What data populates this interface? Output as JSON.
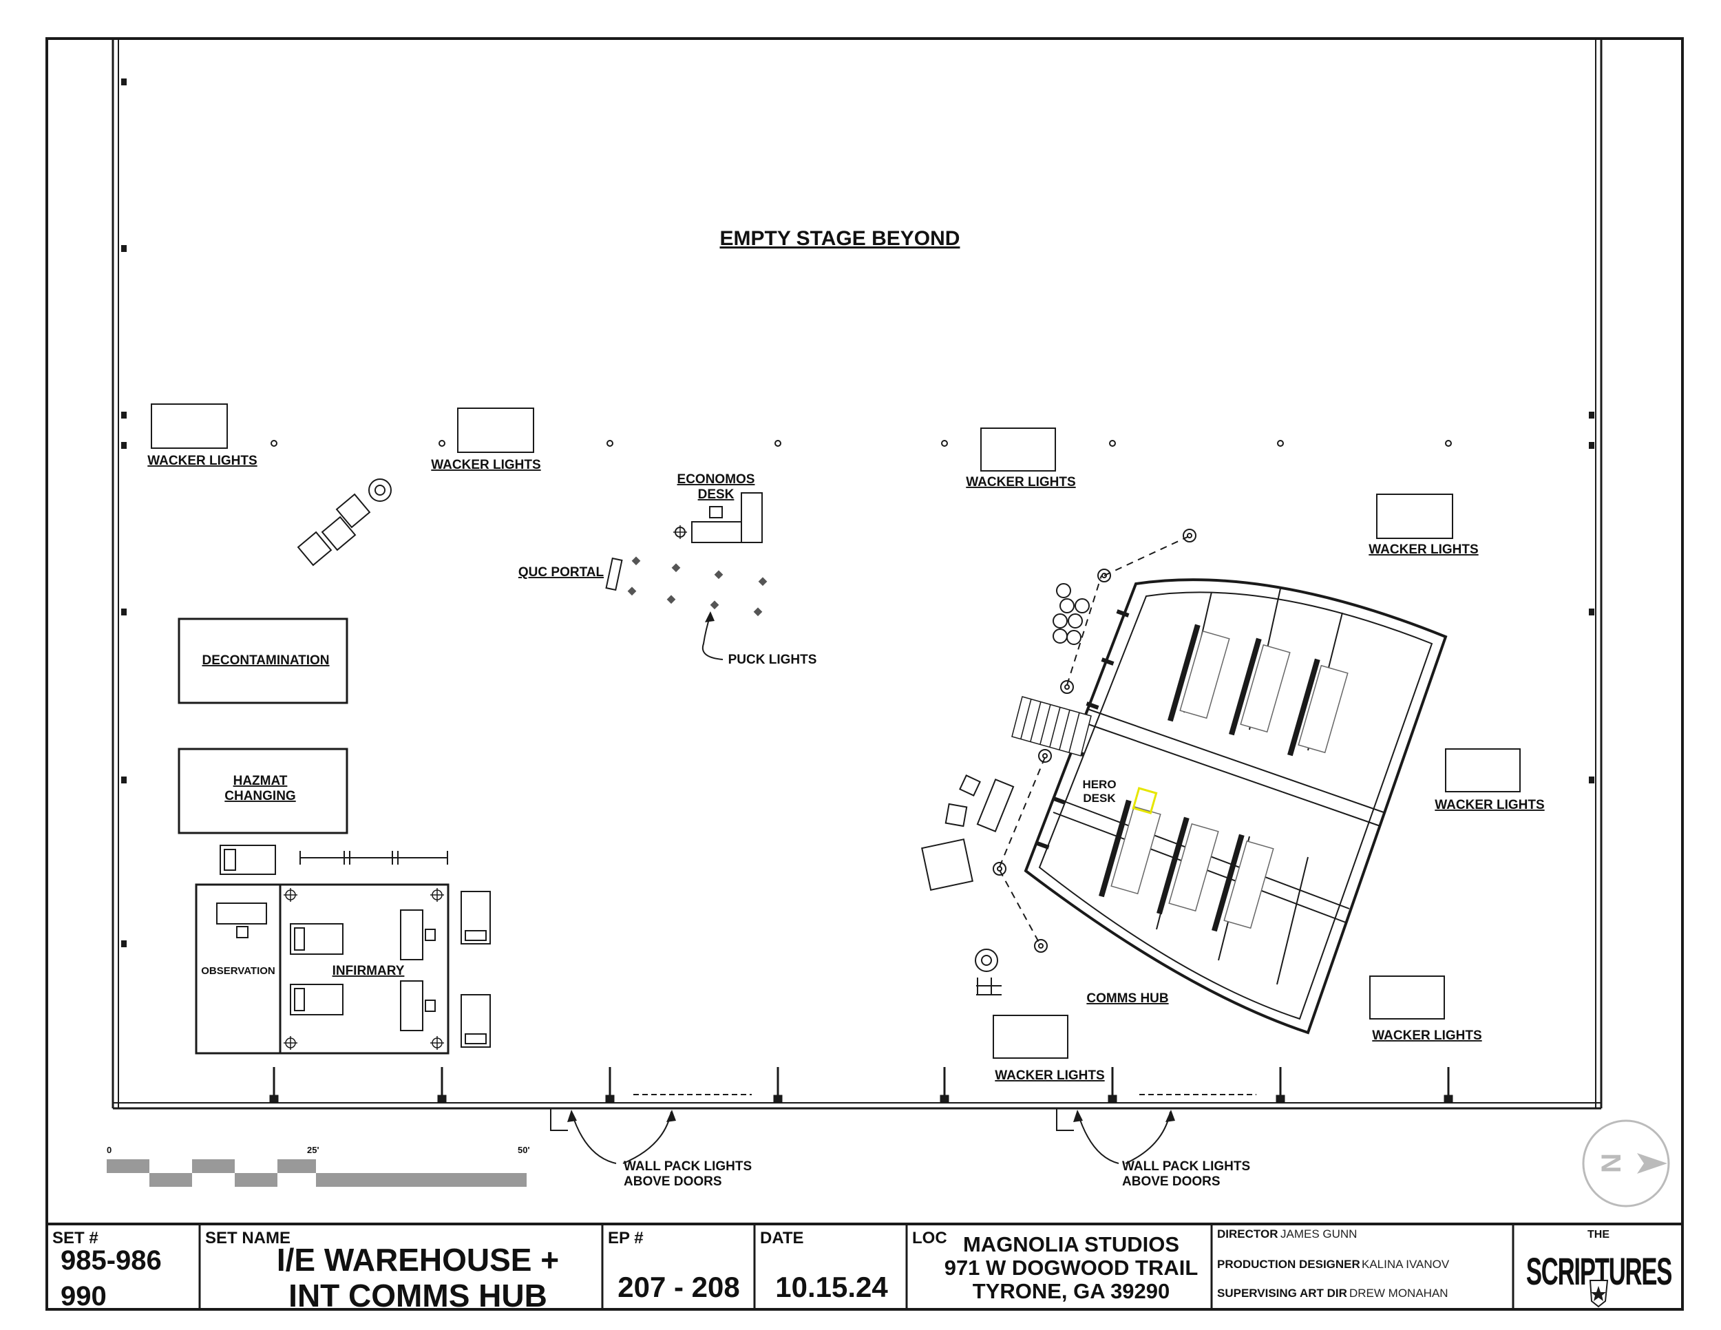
{
  "stage": {
    "title": "EMPTY STAGE BEYOND"
  },
  "labels": {
    "wacker_lights": "WACKER LIGHTS",
    "economos_desk_line1": "ECONOMOS",
    "economos_desk_line2": "DESK",
    "quc_portal": "QUC PORTAL",
    "puck_lights": "PUCK LIGHTS",
    "decontamination": "DECONTAMINATION",
    "hazmat_line1": "HAZMAT",
    "hazmat_line2": "CHANGING",
    "observation": "OBSERVATION",
    "infirmary": "INFIRMARY",
    "hero_desk_line1": "HERO",
    "hero_desk_line2": "DESK",
    "comms_hub": "COMMS HUB",
    "wall_pack_line1": "WALL PACK LIGHTS",
    "wall_pack_line2": "ABOVE DOORS"
  },
  "scale_bar": {
    "mark_0": "0",
    "mark_25": "25'",
    "mark_50": "50'"
  },
  "compass": {
    "letter": "N"
  },
  "title_block": {
    "set_label": "SET #",
    "set_line1": "985-986",
    "set_line2": "990",
    "set_name_label": "SET NAME",
    "set_name_line1": "I/E WAREHOUSE +",
    "set_name_line2": "INT COMMS HUB",
    "ep_label": "EP #",
    "ep_value": "207 - 208",
    "date_label": "DATE",
    "date_value": "10.15.24",
    "loc_label": "LOC",
    "loc_line1": "MAGNOLIA STUDIOS",
    "loc_line2": "971 W DOGWOOD TRAIL",
    "loc_line3": "TYRONE, GA 39290",
    "director_label": "DIRECTOR",
    "director_name": "JAMES GUNN",
    "designer_label": "PRODUCTION DESIGNER",
    "designer_name": "KALINA IVANOV",
    "art_dir_label": "SUPERVISING ART DIR",
    "art_dir_name": "DREW MONAHAN",
    "logo_small": "THE",
    "logo_main": "SCRIPTURES"
  },
  "colors": {
    "line": "#1a1a1a",
    "hero_desk_highlight": "#e6e600",
    "scale_fill": "#999999"
  }
}
